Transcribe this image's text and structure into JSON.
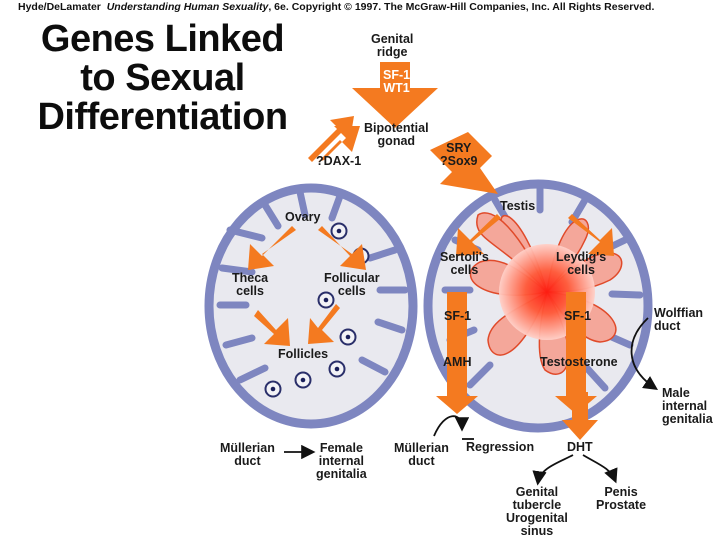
{
  "header": {
    "authors": "Hyde/DeLamater",
    "book": "Understanding Human Sexuality",
    "rest": ", 6e.  Copyright © 1997. The McGraw-Hill Companies, Inc. All Rights Reserved."
  },
  "title": {
    "line1": "Genes Linked",
    "line2": "to Sexual",
    "line3": "Differentiation"
  },
  "colors": {
    "arrow": "#f47a20",
    "tissue": "#7e86c0",
    "tissue_fill": "#e8e8ee",
    "testis_core": "#ff2a1a"
  },
  "labels": {
    "genital_ridge": [
      "Genital",
      "ridge"
    ],
    "sf1_wt1": [
      "SF-1",
      "WT1"
    ],
    "bipotential_gonad": [
      "Bipotential",
      "gonad"
    ],
    "dax1": "?DAX-1",
    "sry_sox9": [
      "SRY",
      "?Sox9"
    ],
    "ovary": "Ovary",
    "theca": [
      "Theca",
      "cells"
    ],
    "follicular": [
      "Follicular",
      "cells"
    ],
    "follicles": "Follicles",
    "testis": "Testis",
    "sertoli": [
      "Sertoli's",
      "cells"
    ],
    "leydig": [
      "Leydig's",
      "cells"
    ],
    "sf1_left": "SF-1",
    "sf1_right": "SF-1",
    "amh": "AMH",
    "testosterone": "Testosterone",
    "wolffian": [
      "Wolffian",
      "duct"
    ],
    "male_internal": [
      "Male",
      "internal",
      "genitalia"
    ],
    "mullerian_left": [
      "Müllerian",
      "duct"
    ],
    "female_internal": [
      "Female",
      "internal",
      "genitalia"
    ],
    "mullerian_right": [
      "Müllerian",
      "duct"
    ],
    "regression": "Regression",
    "dht": "DHT",
    "genital_tubercle": [
      "Genital",
      "tubercle",
      "Urogenital",
      "sinus"
    ],
    "penis_prostate": [
      "Penis",
      "Prostate"
    ]
  }
}
